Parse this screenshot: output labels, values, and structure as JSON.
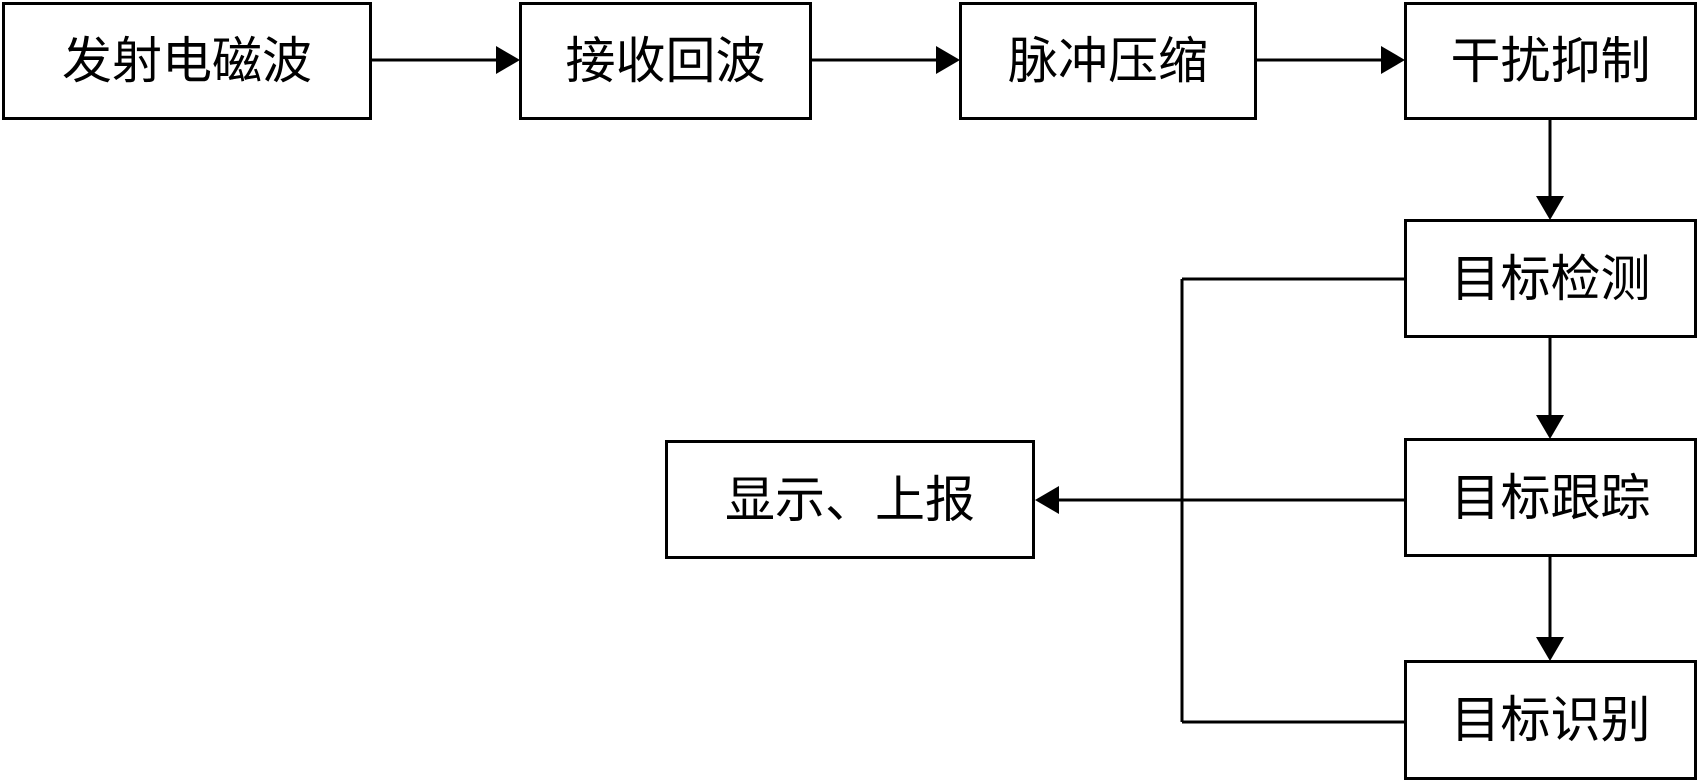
{
  "diagram": {
    "nodes": {
      "emit": "发射电磁波",
      "receive": "接收回波",
      "pulse": "脉冲压缩",
      "suppress": "干扰抑制",
      "detect": "目标检测",
      "track": "目标跟踪",
      "recognize": "目标识别",
      "report": "显示、上报"
    },
    "edges": [
      [
        "emit",
        "receive"
      ],
      [
        "receive",
        "pulse"
      ],
      [
        "pulse",
        "suppress"
      ],
      [
        "suppress",
        "detect"
      ],
      [
        "detect",
        "track"
      ],
      [
        "track",
        "recognize"
      ],
      [
        "detect",
        "report"
      ],
      [
        "track",
        "report"
      ],
      [
        "recognize",
        "report"
      ]
    ],
    "colors": {
      "stroke": "#000000",
      "fill": "#ffffff"
    }
  }
}
